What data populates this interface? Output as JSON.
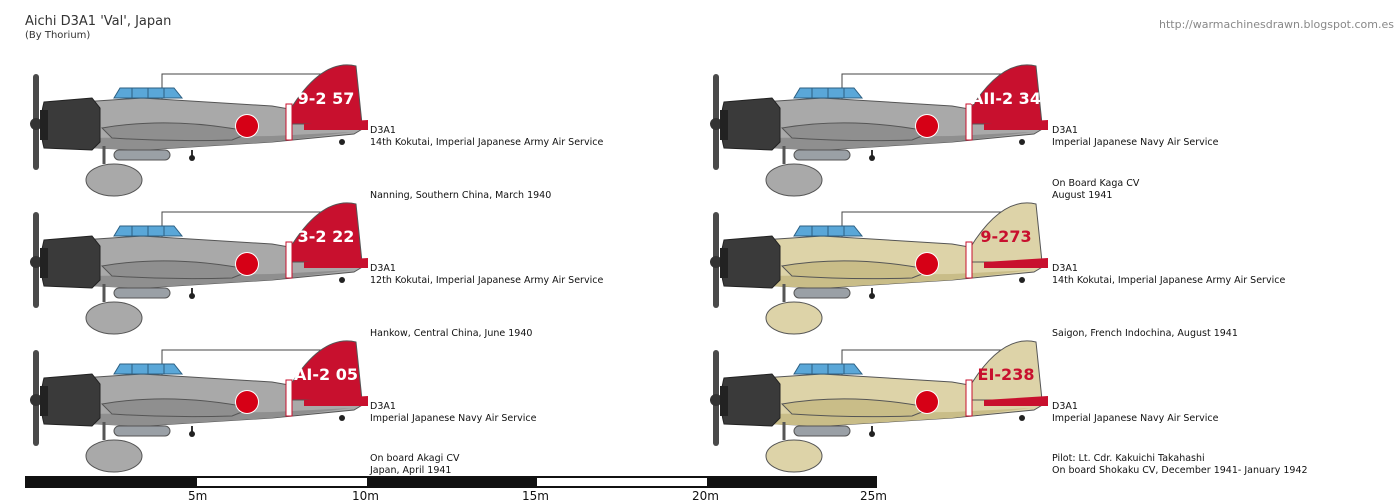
{
  "header": {
    "title": "Aichi D3A1 'Val', Japan",
    "author": "(By Thorium)",
    "url": "http://warmachinesdrawn.blogspot.com.es"
  },
  "colors": {
    "grey_scheme": "#a9a9a9",
    "tan_scheme": "#ddd3a8",
    "tail_red": "#c8102e",
    "hinomaru": "#d60016",
    "cowling": "#3a3a3a",
    "canopy": "#5aa7d8"
  },
  "planes": [
    {
      "code": "9-2 57",
      "model": "D3A1",
      "unit": "14th Kokutai, Imperial Japanese Army Air Service",
      "note1": "Nanning, Southern China, March 1940",
      "note2": "",
      "scheme": "grey",
      "tail": "red"
    },
    {
      "code": "3-2 22",
      "model": "D3A1",
      "unit": "12th Kokutai, Imperial Japanese Army Air Service",
      "note1": "Hankow, Central China, June 1940",
      "note2": "",
      "scheme": "grey",
      "tail": "red"
    },
    {
      "code": "AI-2 05",
      "model": "D3A1",
      "unit": "Imperial Japanese Navy Air Service",
      "note1": "On board Akagi CV",
      "note2": "Japan, April 1941",
      "scheme": "grey",
      "tail": "red"
    },
    {
      "code": "AII-2 34",
      "model": "D3A1",
      "unit": "Imperial Japanese Navy Air Service",
      "note1": "On Board Kaga CV",
      "note2": "August 1941",
      "scheme": "grey",
      "tail": "red"
    },
    {
      "code": "9-273",
      "model": "D3A1",
      "unit": "14th Kokutai, Imperial Japanese Army Air Service",
      "note1": "Saigon, French Indochina, August 1941",
      "note2": "",
      "scheme": "tan",
      "tail": "tan"
    },
    {
      "code": "EI-238",
      "model": "D3A1",
      "unit": "Imperial Japanese Navy Air Service",
      "note1": "Pilot: Lt. Cdr. Kakuichi Takahashi",
      "note2": "On board Shokaku CV, December 1941- January 1942",
      "scheme": "tan",
      "tail": "tan"
    }
  ],
  "scale": {
    "labels": [
      "5m",
      "10m",
      "15m",
      "20m",
      "25m"
    ]
  }
}
